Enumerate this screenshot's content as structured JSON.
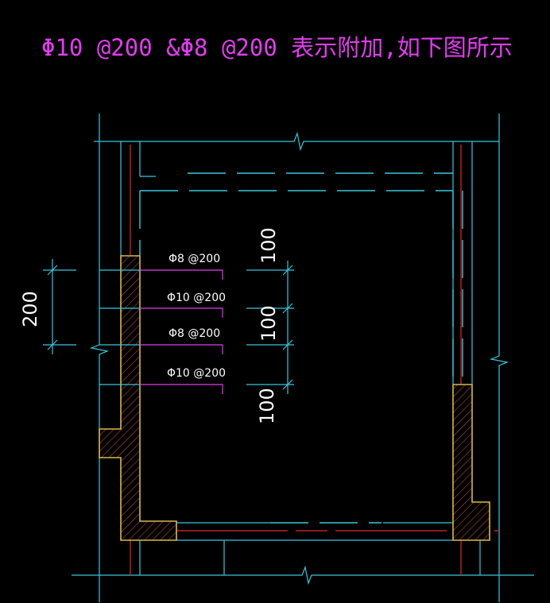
{
  "title": "Φ10 @200 &Φ8 @200 表示附加,如下图所示",
  "rebar_labels": [
    "Φ8 @200",
    "Φ10 @200",
    "Φ8 @200",
    "Φ10 @200"
  ],
  "dimensions": {
    "left": "200",
    "right_top": "100",
    "right_mid": "100",
    "right_bottom": "100"
  },
  "colors": {
    "background": "#000000",
    "title": "#e23cf0",
    "axis_line": "#38c7dc",
    "rebar": "#e23cf0",
    "red_axis": "#e02a2a",
    "wall_fill": "#d9b84a",
    "wall_hatch": "#b04a30",
    "dim_text": "#ffffff"
  }
}
